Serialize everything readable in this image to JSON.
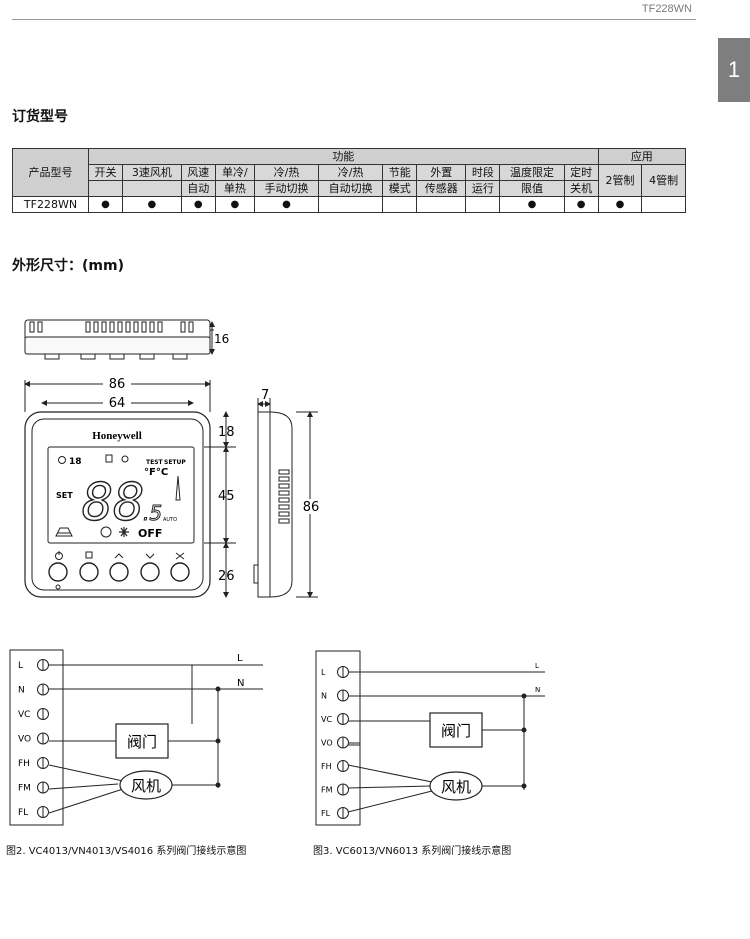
{
  "header": {
    "model_code": "TF228WN",
    "chapter": "1"
  },
  "order_section": {
    "title": "订货型号",
    "table": {
      "col_model": "产品型号",
      "group_function": "功能",
      "group_application": "应用",
      "function_cols": [
        [
          "开关",
          ""
        ],
        [
          "3速风机",
          ""
        ],
        [
          "风速",
          "自动"
        ],
        [
          "单冷/",
          "单热"
        ],
        [
          "冷/热",
          "手动切换"
        ],
        [
          "冷/热",
          "自动切换"
        ],
        [
          "节能",
          "模式"
        ],
        [
          "外置",
          "传感器"
        ],
        [
          "时段",
          "运行"
        ],
        [
          "温度限定",
          "限值"
        ],
        [
          "定时",
          "关机"
        ]
      ],
      "application_cols": [
        "2管制",
        "4管制"
      ],
      "rows": [
        {
          "model": "TF228WN",
          "cells": [
            "●",
            "●",
            "●",
            "●",
            "●",
            "",
            "",
            "",
            "",
            "●",
            "●",
            "●",
            ""
          ]
        }
      ]
    }
  },
  "dimension_section": {
    "title": "外形尺寸：(mm)",
    "dims": {
      "top_depth": "16",
      "width_outer": "86",
      "width_inner": "64",
      "top_margin": "18",
      "lcd_height": "45",
      "bottom_margin": "26",
      "side_depth": "7",
      "side_height": "86"
    },
    "device": {
      "brand": "Honeywell",
      "lcd_test": "TEST",
      "lcd_setup": "SETUP",
      "lcd_unit": "°F°C",
      "lcd_set": "SET",
      "lcd_auto": "AUTO",
      "lcd_off": "OFF",
      "lcd_digits": "88",
      "lcd_decimal": ".5",
      "lcd_small_digits": "18"
    }
  },
  "wiring": {
    "terminals": [
      "L",
      "N",
      "VC",
      "VO",
      "FH",
      "FM",
      "FL"
    ],
    "line_L": "L",
    "line_N": "N",
    "valve_label": "阀门",
    "fan_label": "风机",
    "caption_fig2": "图2. VC4013/VN4013/VS4016 系列阀门接线示意图",
    "caption_fig3": "图3. VC6013/VN6013 系列阀门接线示意图"
  }
}
